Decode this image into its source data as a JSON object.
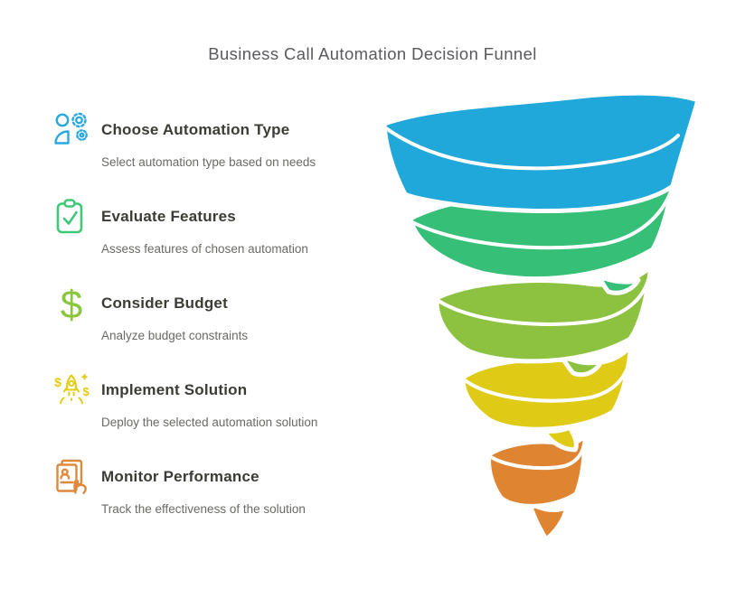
{
  "title": "Business Call Automation Decision Funnel",
  "steps": [
    {
      "heading": "Choose Automation Type",
      "description": "Select automation type based on needs",
      "color": "#29A9E0",
      "icon": "person-gears"
    },
    {
      "heading": "Evaluate Features",
      "description": "Assess features of chosen automation",
      "color": "#3EC878",
      "icon": "clipboard-check"
    },
    {
      "heading": "Consider Budget",
      "description": "Analyze budget constraints",
      "color": "#8CC63F",
      "icon": "dollar-sign"
    },
    {
      "heading": "Implement Solution",
      "description": "Deploy the selected automation solution",
      "color": "#E3CC12",
      "icon": "rocket-dollars"
    },
    {
      "heading": "Monitor Performance",
      "description": "Track the effectiveness of the solution",
      "color": "#E0883C",
      "icon": "id-card-hand"
    }
  ],
  "icon_glyphs": {
    "dollar": "$"
  },
  "funnel": {
    "type": "funnel",
    "order": "top-to-bottom",
    "segments": [
      {
        "label": "Choose Automation Type",
        "color": "#21A8DB"
      },
      {
        "label": "Evaluate Features",
        "color": "#35BF77"
      },
      {
        "label": "Consider Budget",
        "color": "#8DC240"
      },
      {
        "label": "Implement Solution",
        "color": "#DFCA16"
      },
      {
        "label": "Monitor Performance",
        "color": "#DF8430"
      }
    ]
  },
  "colors": {
    "background": "#FFFFFF",
    "title_text": "#595A5E",
    "heading_text": "#3C3C36",
    "description_text": "#6A6A66",
    "separator": "#FFFFFF"
  }
}
